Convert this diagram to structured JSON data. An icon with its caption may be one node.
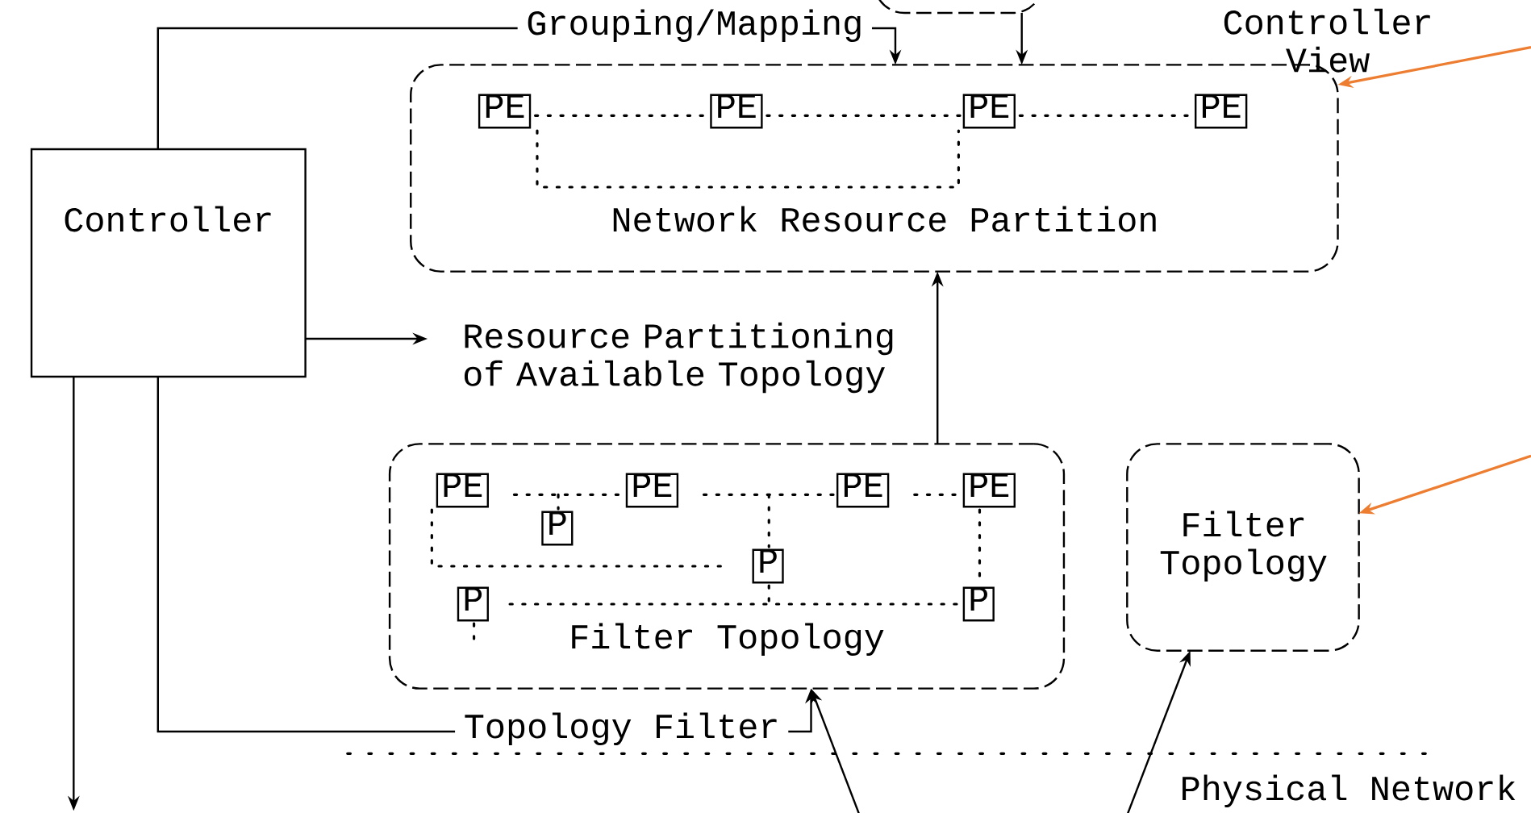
{
  "diagram": {
    "nodes": [
      {
        "text": [],
        "shape": "cloud"
      },
      {
        "text": [
          "Network Resource Partition"
        ]
      },
      {
        "text": [
          "Controller"
        ]
      },
      {
        "text": [
          "Filter Topology"
        ]
      },
      {
        "text": [
          "Filter Topology"
        ]
      },
      {
        "text": [
          "Physical Network"
        ]
      }
    ],
    "edges": [
      {
        "from": 2,
        "to": 1,
        "arrow": "to",
        "label": "Grouping/Mapping"
      },
      {
        "from": 0,
        "to": 1,
        "arrow": "to"
      },
      {
        "from": 3,
        "to": 1,
        "arrow": "to",
        "label": "Resource Partitioning of Available Topology"
      },
      {
        "from": 2,
        "to": null,
        "arrow": "to"
      },
      {
        "from": 2,
        "to": 3,
        "arrow": "to",
        "label": "Topology Filter"
      },
      {
        "from": 2,
        "to": null,
        "arrow": "to"
      },
      {
        "from": 5,
        "to": 3,
        "arrow": "to"
      },
      {
        "from": 5,
        "to": 4,
        "arrow": "to"
      },
      {
        "from": null,
        "to": 1,
        "arrow": "to",
        "color": "#ed7d31"
      },
      {
        "from": null,
        "to": 4,
        "arrow": "to",
        "color": "#ed7d31"
      }
    ],
    "labels": [
      "Controller View",
      "PE",
      "PE",
      "PE",
      "PE",
      "PE",
      "PE",
      "PE",
      "PE",
      "P",
      "P",
      "P",
      "P"
    ]
  }
}
